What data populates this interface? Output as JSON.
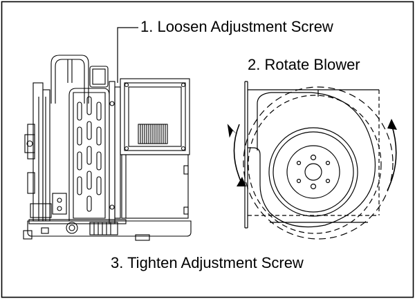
{
  "diagram": {
    "steps": [
      {
        "number": "1",
        "text": "1. Loosen Adjustment Screw"
      },
      {
        "number": "2",
        "text": "2. Rotate Blower"
      },
      {
        "number": "3",
        "text": "3. Tighten Adjustment Screw"
      }
    ],
    "colors": {
      "line": "#000000",
      "background": "#ffffff"
    }
  }
}
